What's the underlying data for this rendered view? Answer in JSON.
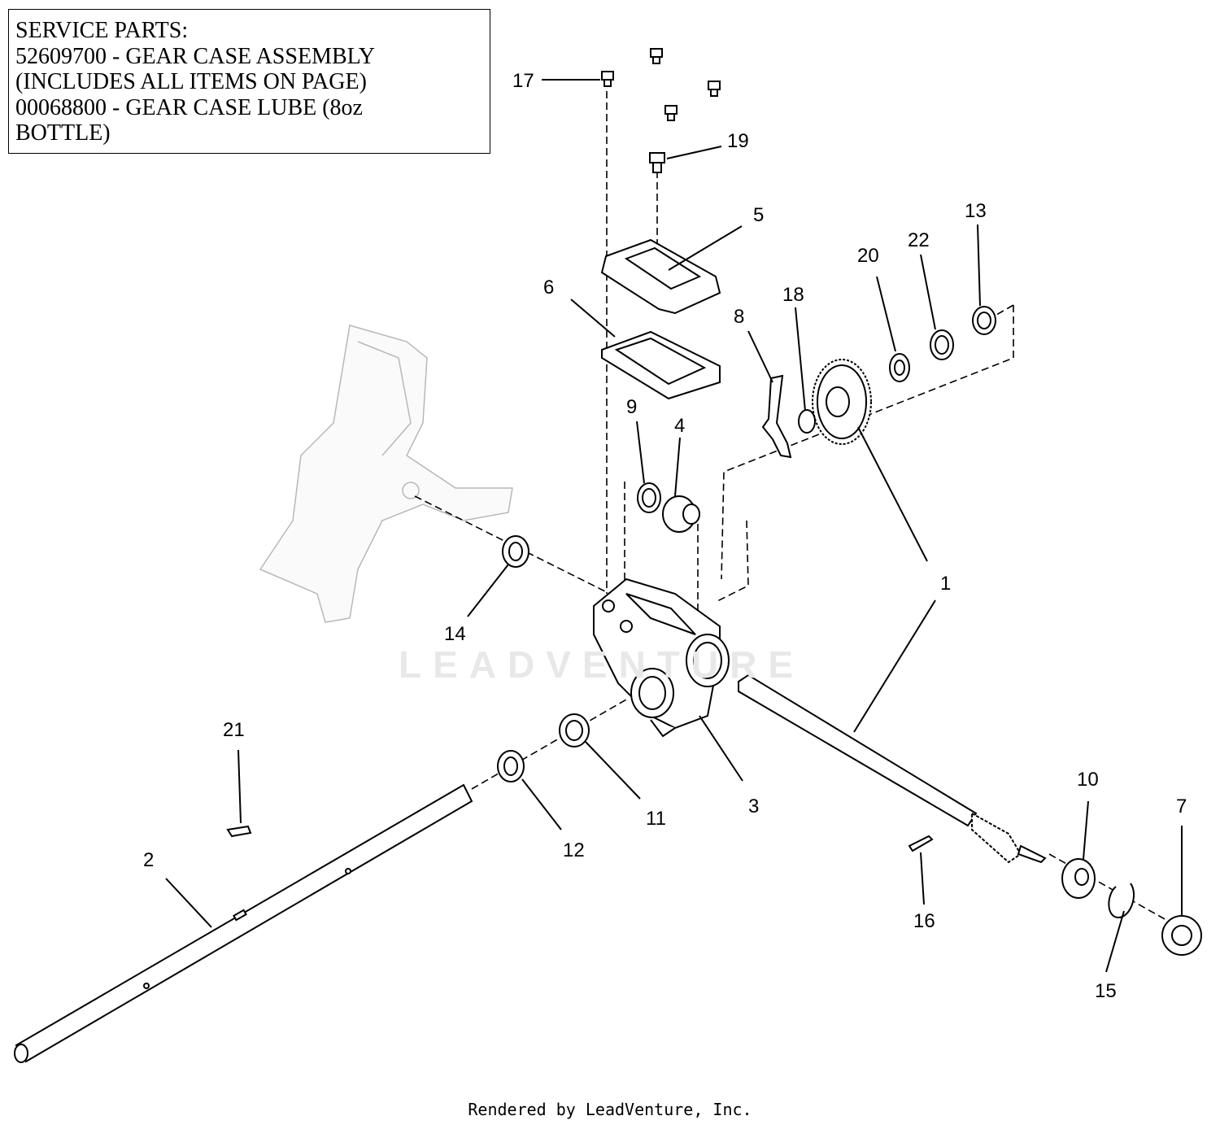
{
  "service_parts": {
    "lines": [
      "SERVICE PARTS:",
      "52609700 - GEAR CASE ASSEMBLY",
      "(INCLUDES ALL ITEMS ON PAGE)",
      "00068800 - GEAR CASE LUBE (8oz",
      "BOTTLE)"
    ]
  },
  "callouts": [
    "1",
    "2",
    "3",
    "4",
    "5",
    "6",
    "7",
    "8",
    "9",
    "10",
    "11",
    "12",
    "13",
    "14",
    "15",
    "16",
    "17",
    "18",
    "19",
    "20",
    "21",
    "22"
  ],
  "watermark": "LEADVENTURE",
  "footer": "Rendered by LeadVenture, Inc."
}
